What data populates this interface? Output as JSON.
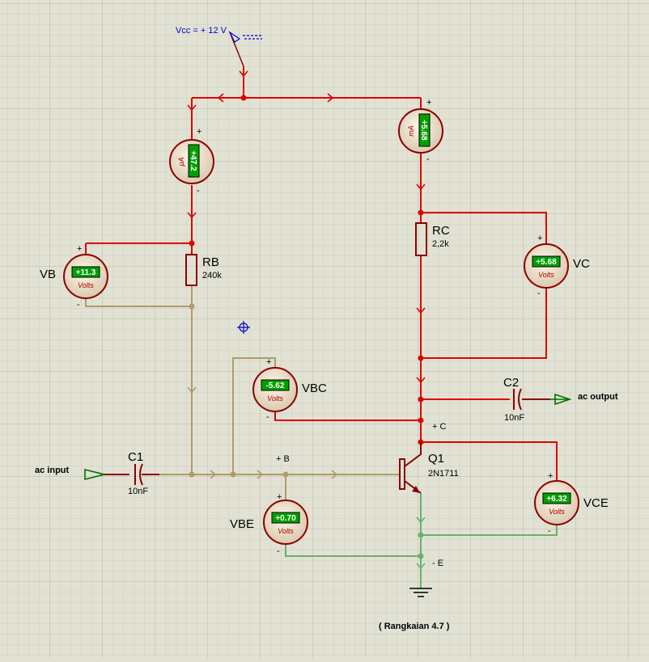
{
  "supply": {
    "label": "Vcc = + 12 V"
  },
  "resistors": {
    "rb": {
      "name": "RB",
      "value": "240k"
    },
    "rc": {
      "name": "RC",
      "value": "2,2k"
    }
  },
  "capacitors": {
    "c1": {
      "name": "C1",
      "value": "10nF"
    },
    "c2": {
      "name": "C2",
      "value": "10nF"
    }
  },
  "transistor": {
    "name": "Q1",
    "part": "2N1711"
  },
  "meters": {
    "ib": {
      "value": "+47.2",
      "unit": "µA"
    },
    "ic": {
      "value": "+5.68",
      "unit": "mA"
    },
    "vb": {
      "name": "VB",
      "value": "+11.3",
      "unit": "Volts"
    },
    "vc": {
      "name": "VC",
      "value": "+5.68",
      "unit": "Volts"
    },
    "vbc": {
      "name": "VBC",
      "value": "-5.62",
      "unit": "Volts"
    },
    "vbe": {
      "name": "VBE",
      "value": "+0.70",
      "unit": "Volts"
    },
    "vce": {
      "name": "VCE",
      "value": "+6.32",
      "unit": "Volts"
    }
  },
  "terminals": {
    "input": "ac input",
    "output": "ac output",
    "base": "+ B",
    "collector": "+ C",
    "emitter": "- E"
  },
  "caption": "( Rangkaian 4.7 )",
  "signs": {
    "plus": "+",
    "minus": "-"
  },
  "colors": {
    "background": "#e2e2d4",
    "wire_high": "#e00000",
    "wire_mid": "#b09a6a",
    "wire_low": "#6ab06a",
    "component": "#8b0000",
    "display": "#00a000"
  }
}
